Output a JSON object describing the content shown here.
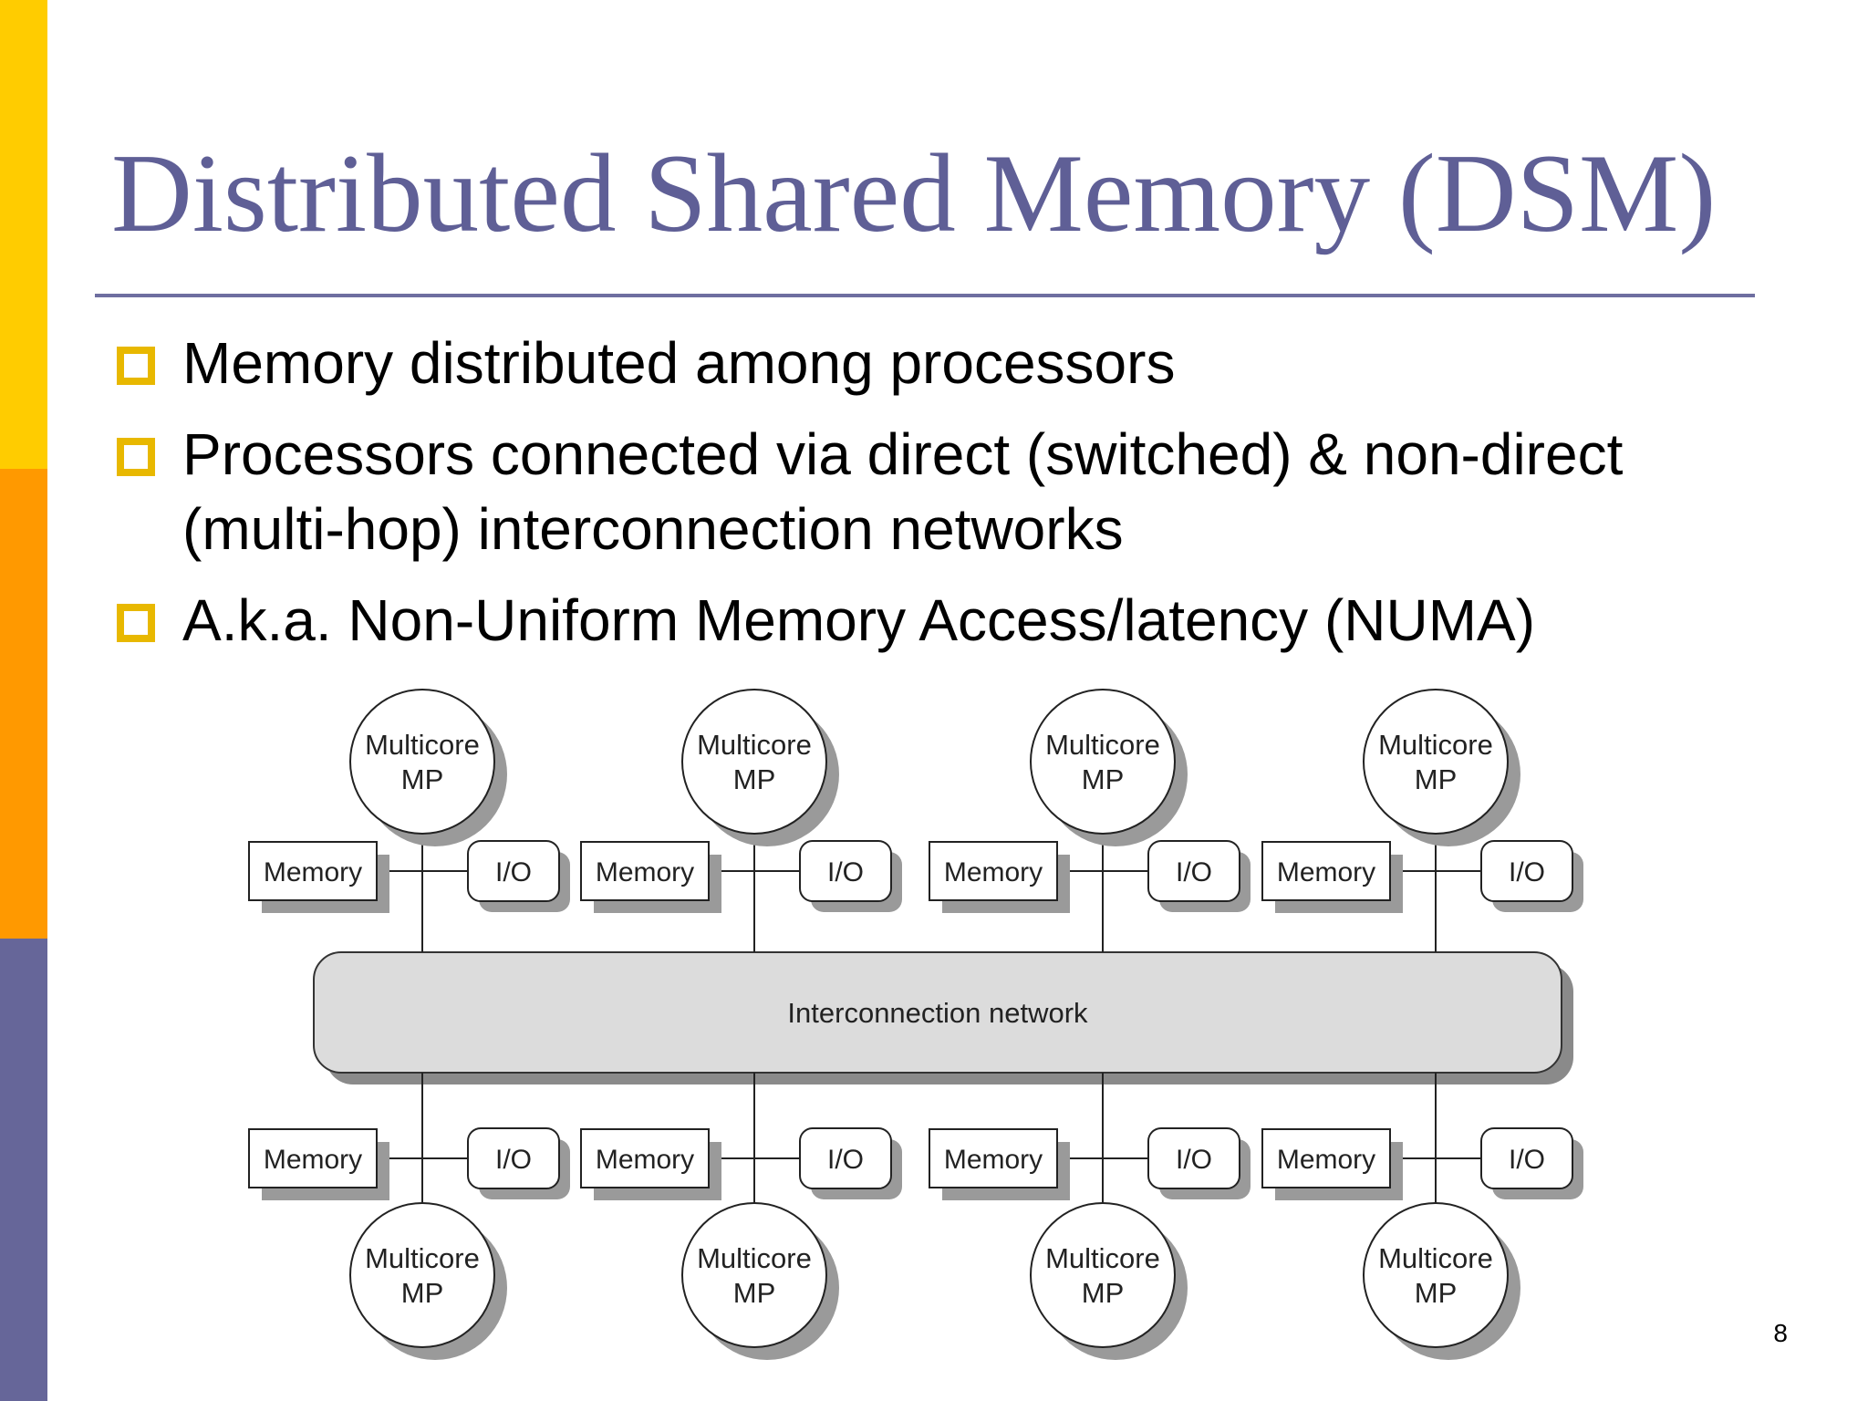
{
  "slide": {
    "title": "Distributed Shared Memory (DSM)",
    "bullets": [
      {
        "text": "Memory distributed among processors"
      },
      {
        "text": "Processors connected via direct (switched) & non-direct (multi-hop) interconnection networks"
      },
      {
        "text": "A.k.a. Non-Uniform Memory Access/latency (NUMA)"
      }
    ],
    "page_number": "8"
  },
  "diagram": {
    "network_label": "Interconnection network",
    "processor_line1": "Multicore",
    "processor_line2": "MP",
    "memory_label": "Memory",
    "io_label": "I/O"
  },
  "colors": {
    "sidebar_top": "#FFCC00",
    "sidebar_middle": "#FF9900",
    "sidebar_bottom": "#666699",
    "title": "#5F5F96",
    "bullet_marker": "#E8B800",
    "network_fill": "#DCDCDC"
  }
}
